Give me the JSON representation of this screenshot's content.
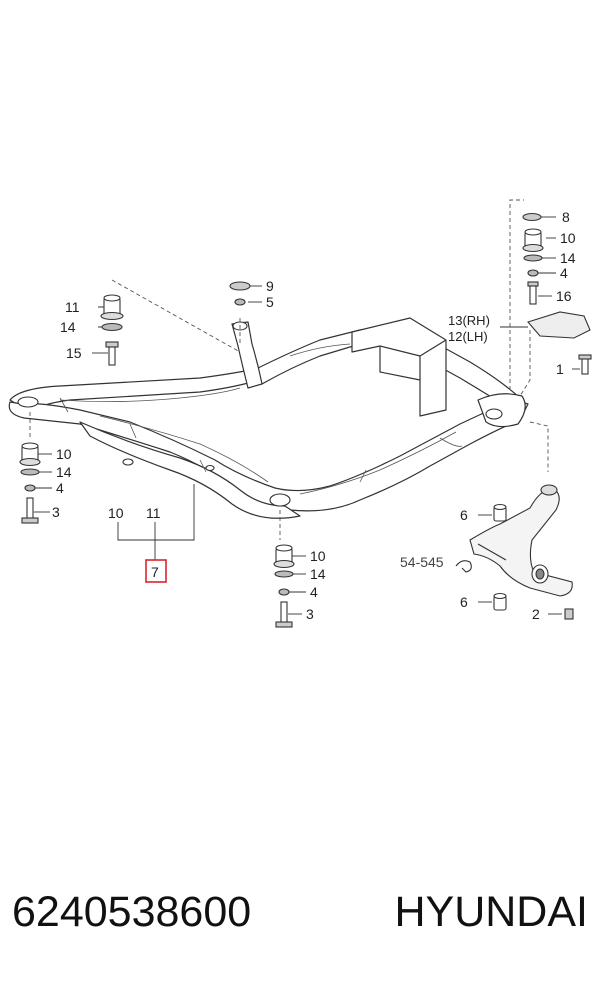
{
  "callouts": {
    "c11_left": "11",
    "c14_left": "14",
    "c15": "15",
    "c9": "9",
    "c5": "5",
    "c8": "8",
    "c10_top": "10",
    "c14_top": "14",
    "c4_top": "4",
    "c16": "16",
    "c13": "13(RH)",
    "c12": "12(LH)",
    "c1": "1",
    "c10_left": "10",
    "c14_left2": "14",
    "c4_left": "4",
    "c3_left": "3",
    "c10_sub": "10",
    "c11_sub": "11",
    "c7": "7",
    "c10_mid": "10",
    "c14_mid": "14",
    "c4_mid": "4",
    "c3_mid": "3",
    "c6_top": "6",
    "c6_bottom": "6",
    "c2": "2",
    "ref": "54-545"
  },
  "footer": {
    "part_number": "6240538600",
    "brand": "HYUNDAI"
  },
  "colors": {
    "highlight": "#d9262b",
    "line": "#333333"
  }
}
